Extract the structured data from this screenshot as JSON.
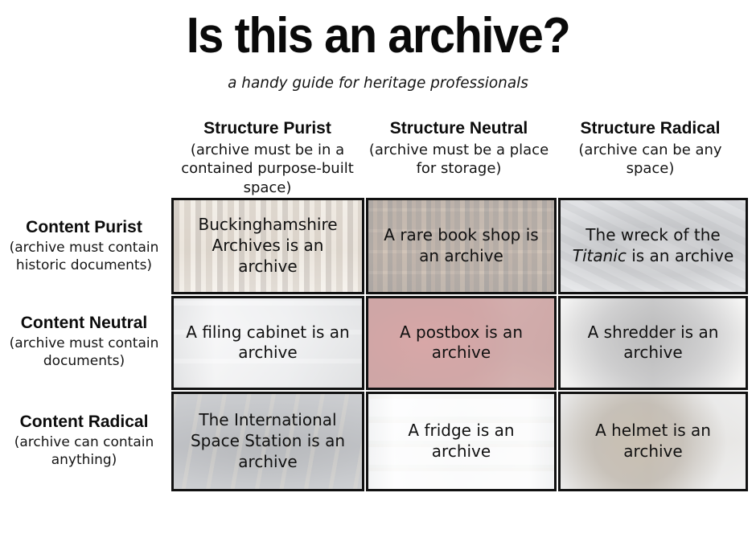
{
  "header": {
    "title": "Is this an archive?",
    "subtitle": "a handy guide for heritage professionals"
  },
  "matrix": {
    "columns": [
      {
        "title": "Structure Purist",
        "subtitle": "(archive must be in a contained purpose-built space)"
      },
      {
        "title": "Structure Neutral",
        "subtitle": "(archive must be a place for storage)"
      },
      {
        "title": "Structure Radical",
        "subtitle": "(archive can be any space)"
      }
    ],
    "rows": [
      {
        "title": "Content Purist",
        "subtitle": "(archive must contain historic documents)",
        "cells": [
          {
            "text": "Buckinghamshire Archives is an archive",
            "photo": "archive-shelves-photo"
          },
          {
            "text": "A rare book shop is an archive",
            "photo": "rare-book-shop-photo"
          },
          {
            "text_before": "The wreck of the ",
            "text_italic": "Titanic",
            "text_after": " is an archive",
            "text": "The wreck of the Titanic is an archive",
            "photo": "titanic-wreck-photo"
          }
        ]
      },
      {
        "title": "Content Neutral",
        "subtitle": "(archive must contain documents)",
        "cells": [
          {
            "text": "A filing cabinet is an archive",
            "photo": "filing-cabinet-photo"
          },
          {
            "text": "A postbox is an archive",
            "photo": "postbox-photo"
          },
          {
            "text": "A shredder is an archive",
            "photo": "shredder-photo"
          }
        ]
      },
      {
        "title": "Content Radical",
        "subtitle": "(archive can contain anything)",
        "cells": [
          {
            "text": "The International Space Station is an archive",
            "photo": "space-station-photo"
          },
          {
            "text": "A fridge is an archive",
            "photo": "fridge-photo"
          },
          {
            "text": "A helmet is an archive",
            "photo": "helmet-photo"
          }
        ]
      }
    ]
  },
  "colors": {
    "background": "#ffffff",
    "text": "#111111",
    "cell_border": "#111111"
  }
}
